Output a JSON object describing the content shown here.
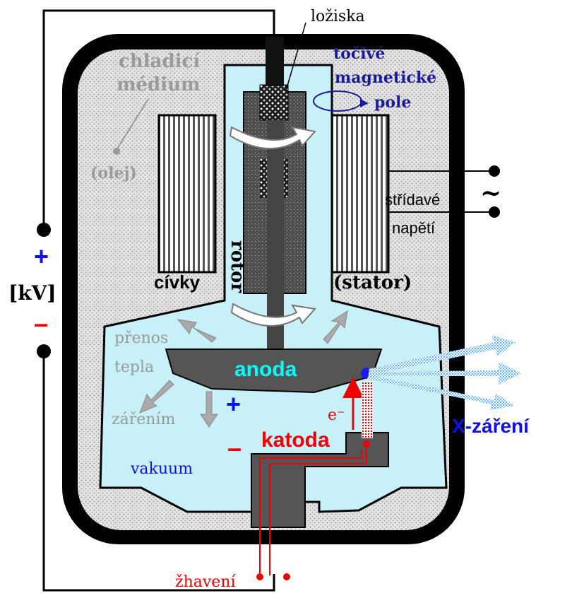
{
  "labels": {
    "lozisk": "ložiska",
    "tocive_1": "točivé",
    "tocive_2": "magnetické",
    "tocive_3": "pole",
    "chladici_1": "chladicí",
    "chladici_2": "médium",
    "olej": "(olej)",
    "rotor": "rotor",
    "civky": "cívky",
    "stator": "(stator)",
    "stridave": "střídavé",
    "napeti": "napětí",
    "tilde": "~",
    "plus_left": "+",
    "kv": "[kV]",
    "minus_left": "–",
    "prenos_1": "přenos",
    "prenos_2": "tepla",
    "prenos_3": "zářením",
    "anoda": "anoda",
    "plus_inner": "+",
    "electron": "e⁻",
    "minus_inner": "–",
    "katoda": "katoda",
    "vakuum": "vakuum",
    "xray": "X-záření",
    "zhaveni": "žhavení"
  },
  "colors": {
    "stipple": "#dcdcdc",
    "vacuum": "#c8f0f8",
    "dark_metal": "#555555",
    "gray_text": "#9a9a9a",
    "navy_text": "#1a1a9a",
    "red": "#ee0000",
    "blue": "#1010ee",
    "cyan_text": "#00ffff",
    "xray_blue": "#3399ff"
  }
}
